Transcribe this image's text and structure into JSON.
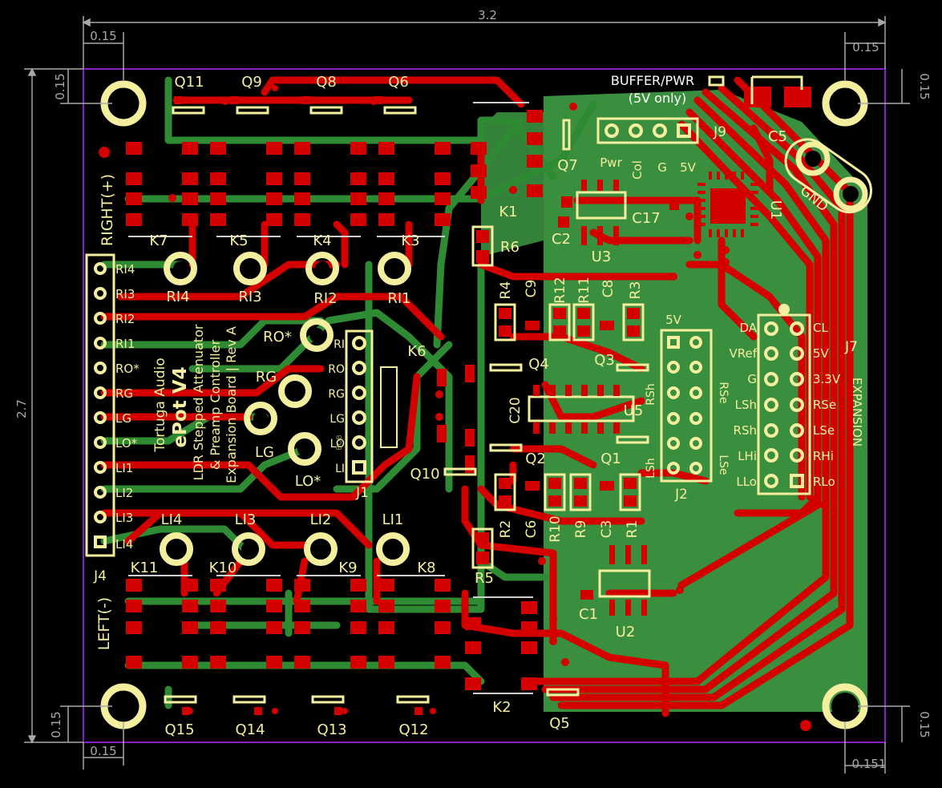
{
  "dimensions": {
    "width": "3.2",
    "height": "2.7",
    "margin_top_left": "0.15",
    "margin_top_right": "0.15",
    "margin_left_top": "0.15",
    "margin_right_top": "0.15",
    "margin_left_bottom": "0.15",
    "margin_right_bottom": "0.15",
    "margin_bottom_left": "0.15",
    "margin_bottom_right": "0.151"
  },
  "board": {
    "title_line1": "Tortuga Audio",
    "title_line2": "ePot V4",
    "subtitle_line1": "LDR Stepped Attenuator",
    "subtitle_line2": "& Preamp Controller",
    "subtitle_line3": "Expansion Board | Rev A",
    "right_label": "RIGHT(+)",
    "left_label": "LEFT(-)",
    "buffer_label": "BUFFER/PWR",
    "buffer_sub": "(5V only)",
    "gnd_label": "GND",
    "expansion_label": "EXPANSION"
  },
  "j9": {
    "ref": "J9",
    "pins": [
      "Pwr",
      "Col",
      "G",
      "5V"
    ]
  },
  "j4": {
    "ref": "J4",
    "pins": [
      "RI4",
      "RI3",
      "RI2",
      "RI1",
      "RO*",
      "RG",
      "LG",
      "LO*",
      "LI1",
      "LI2",
      "LI3",
      "LI4"
    ]
  },
  "j1": {
    "ref": "J1",
    "pins": [
      "RI",
      "RO",
      "RG",
      "LG",
      "LO",
      "LI"
    ],
    "tag": "BOB"
  },
  "j2": {
    "ref": "J2",
    "top": "5V",
    "left": [
      "RSh",
      "LSh"
    ],
    "right": [
      "RSe",
      "LSe"
    ]
  },
  "j7": {
    "ref": "J7",
    "left": [
      "DA",
      "VRef",
      "G",
      "LSh",
      "RSh",
      "LHi",
      "LLo"
    ],
    "right": [
      "CL",
      "5V",
      "3.3V",
      "RSe",
      "LSe",
      "RHi",
      "RLo"
    ]
  },
  "jacks": {
    "right": [
      "RI4",
      "RI3",
      "RI2",
      "RI1"
    ],
    "left": [
      "LI4",
      "LI3",
      "LI2",
      "LI1"
    ],
    "outputs": [
      "RO*",
      "RG",
      "LG",
      "LO*"
    ]
  },
  "parts": {
    "relays_top": [
      "K7",
      "K5",
      "K4",
      "K3"
    ],
    "relays_bottom": [
      "K11",
      "K10",
      "K9",
      "K8"
    ],
    "k1": "K1",
    "k2": "K2",
    "k6": "K6",
    "q_top": [
      "Q11",
      "Q9",
      "Q8",
      "Q6"
    ],
    "q_bottom": [
      "Q15",
      "Q14",
      "Q13",
      "Q12"
    ],
    "q7": "Q7",
    "q5": "Q5",
    "q10": "Q10",
    "q4": "Q4",
    "q3": "Q3",
    "q2": "Q2",
    "q1": "Q1",
    "r6": "R6",
    "r5": "R5",
    "res_top": [
      "R4",
      "C9",
      "R12",
      "R11",
      "C8",
      "R3"
    ],
    "res_bot": [
      "R2",
      "C6",
      "R10",
      "R9",
      "C3",
      "R1"
    ],
    "c20": "C20",
    "u5": "U5",
    "c2": "C2",
    "u3": "U3",
    "c17": "C17",
    "u1": "U1",
    "c5": "C5",
    "c1": "C1",
    "u2": "U2"
  },
  "colors": {
    "background": "#000000",
    "outline": "#8a1ec8",
    "copper_top": "#d40000",
    "copper_bottom": "#2f8a34",
    "ground_pour": "#3a8f3f",
    "silkscreen": "#f3ef9e",
    "dimension": "#a8a8a8"
  }
}
